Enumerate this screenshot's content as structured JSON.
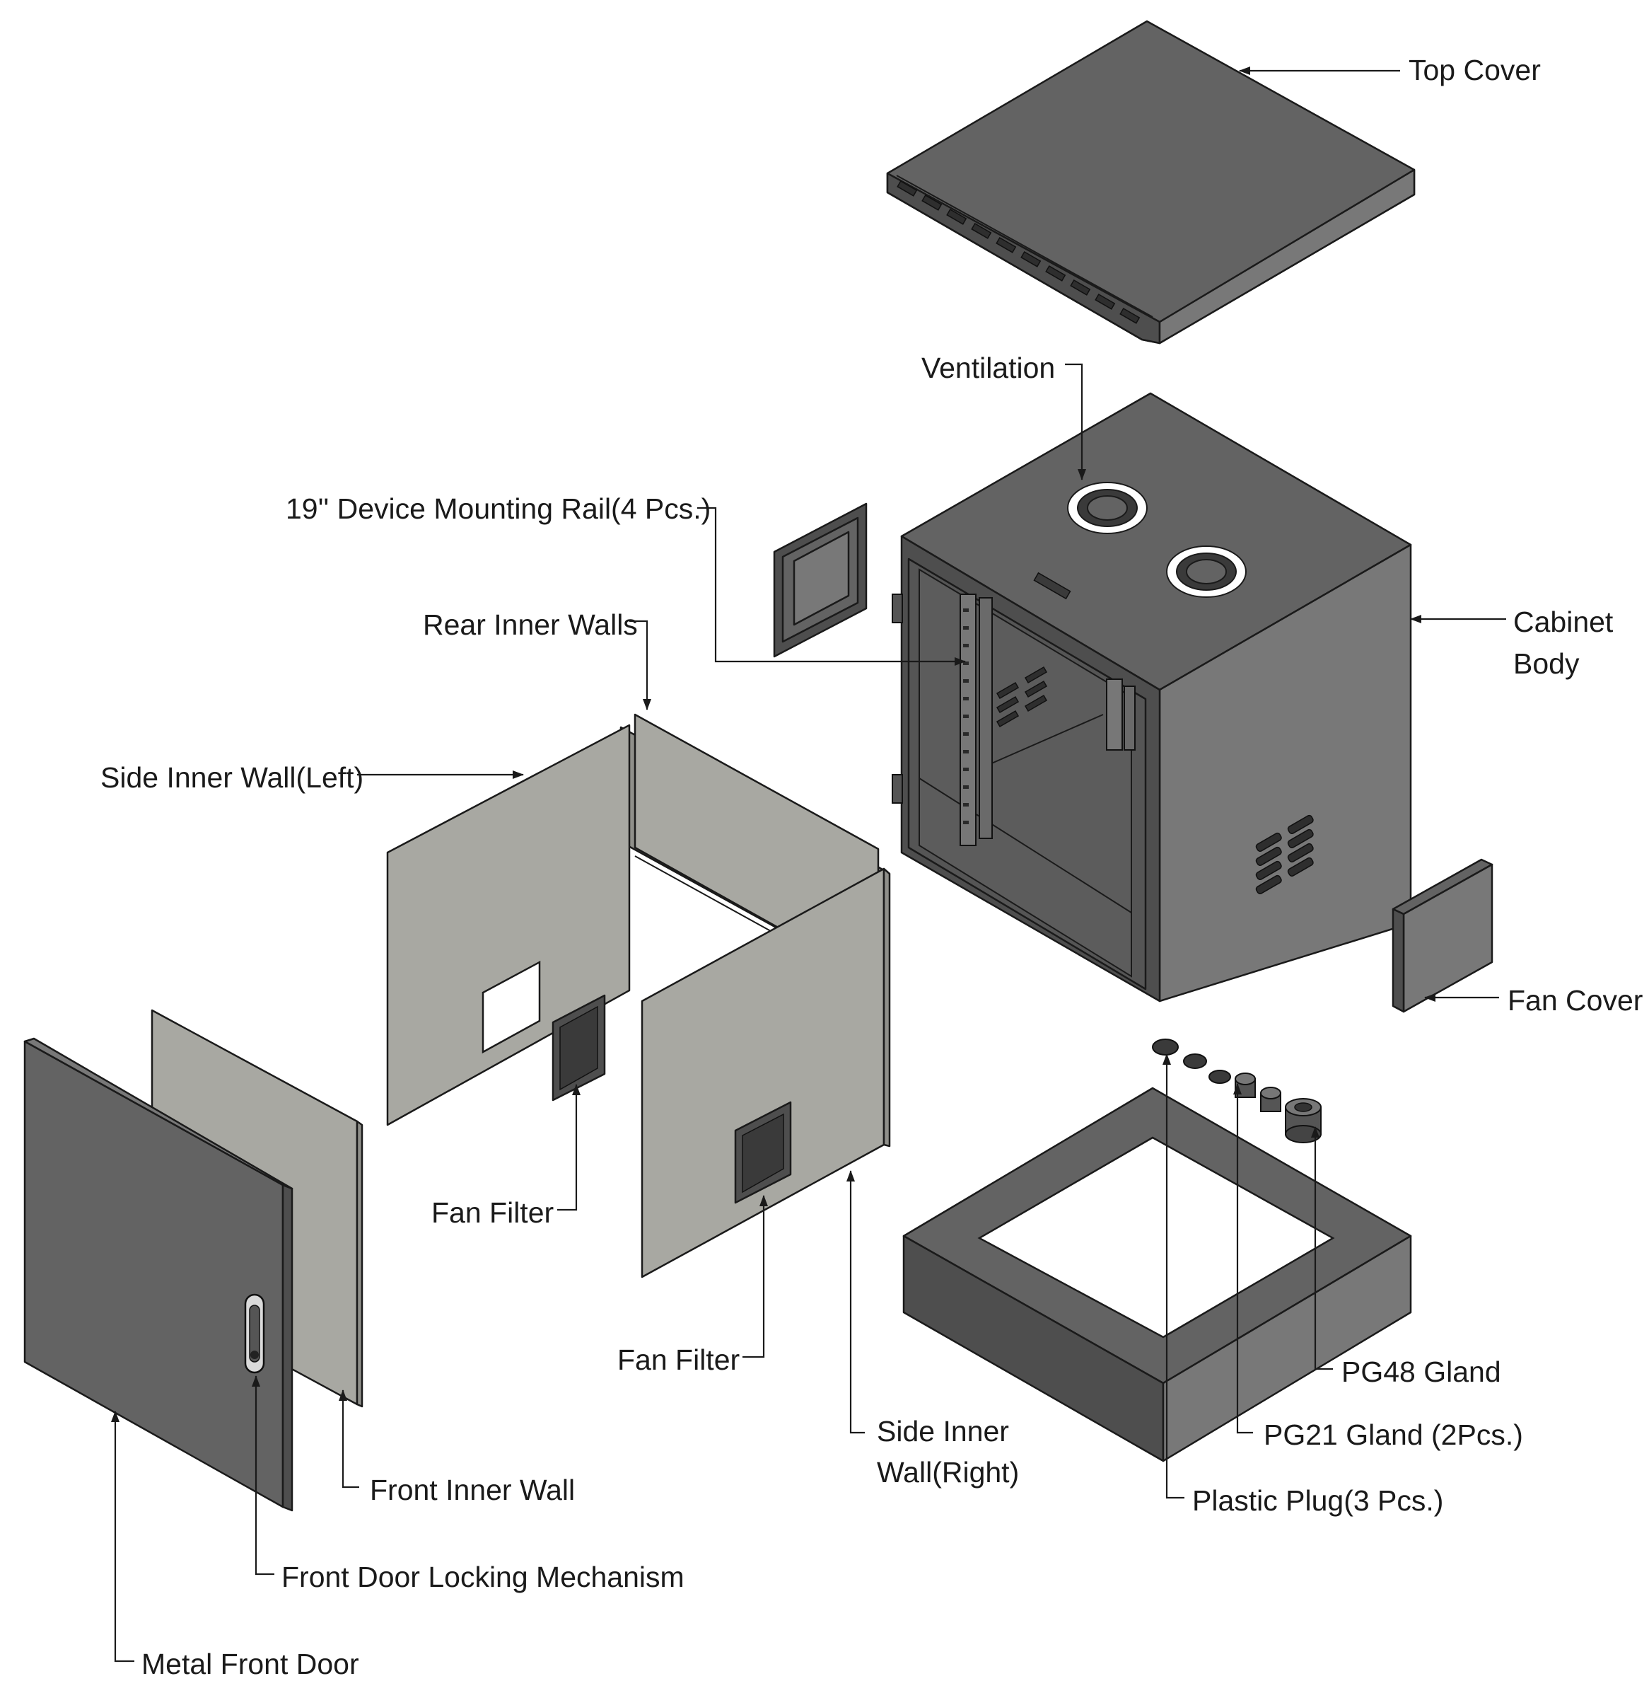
{
  "labels": {
    "top_cover": "Top Cover",
    "ventilation": "Ventilation",
    "mounting_rail": "19'' Device Mounting Rail(4 Pcs.)",
    "cabinet_body_line1": "Cabinet",
    "cabinet_body_line2": "Body",
    "rear_inner_walls": "Rear Inner Walls",
    "side_inner_wall_left": "Side Inner Wall(Left)",
    "fan_cover": "Fan Cover",
    "fan_filter_1": "Fan Filter",
    "fan_filter_2": "Fan Filter",
    "side_inner_wall_right_line1": "Side Inner",
    "side_inner_wall_right_line2": "Wall(Right)",
    "pg48_gland": "PG48 Gland",
    "pg21_gland": "PG21 Gland (2Pcs.)",
    "plastic_plug": "Plastic Plug(3 Pcs.)",
    "front_inner_wall": "Front Inner Wall",
    "front_door_locking": "Front Door Locking Mechanism",
    "metal_front_door": "Metal Front Door"
  },
  "colors": {
    "metal_dark": "#636363",
    "inner_wall_light": "#a8a8a2",
    "line": "#1a1a1a"
  }
}
